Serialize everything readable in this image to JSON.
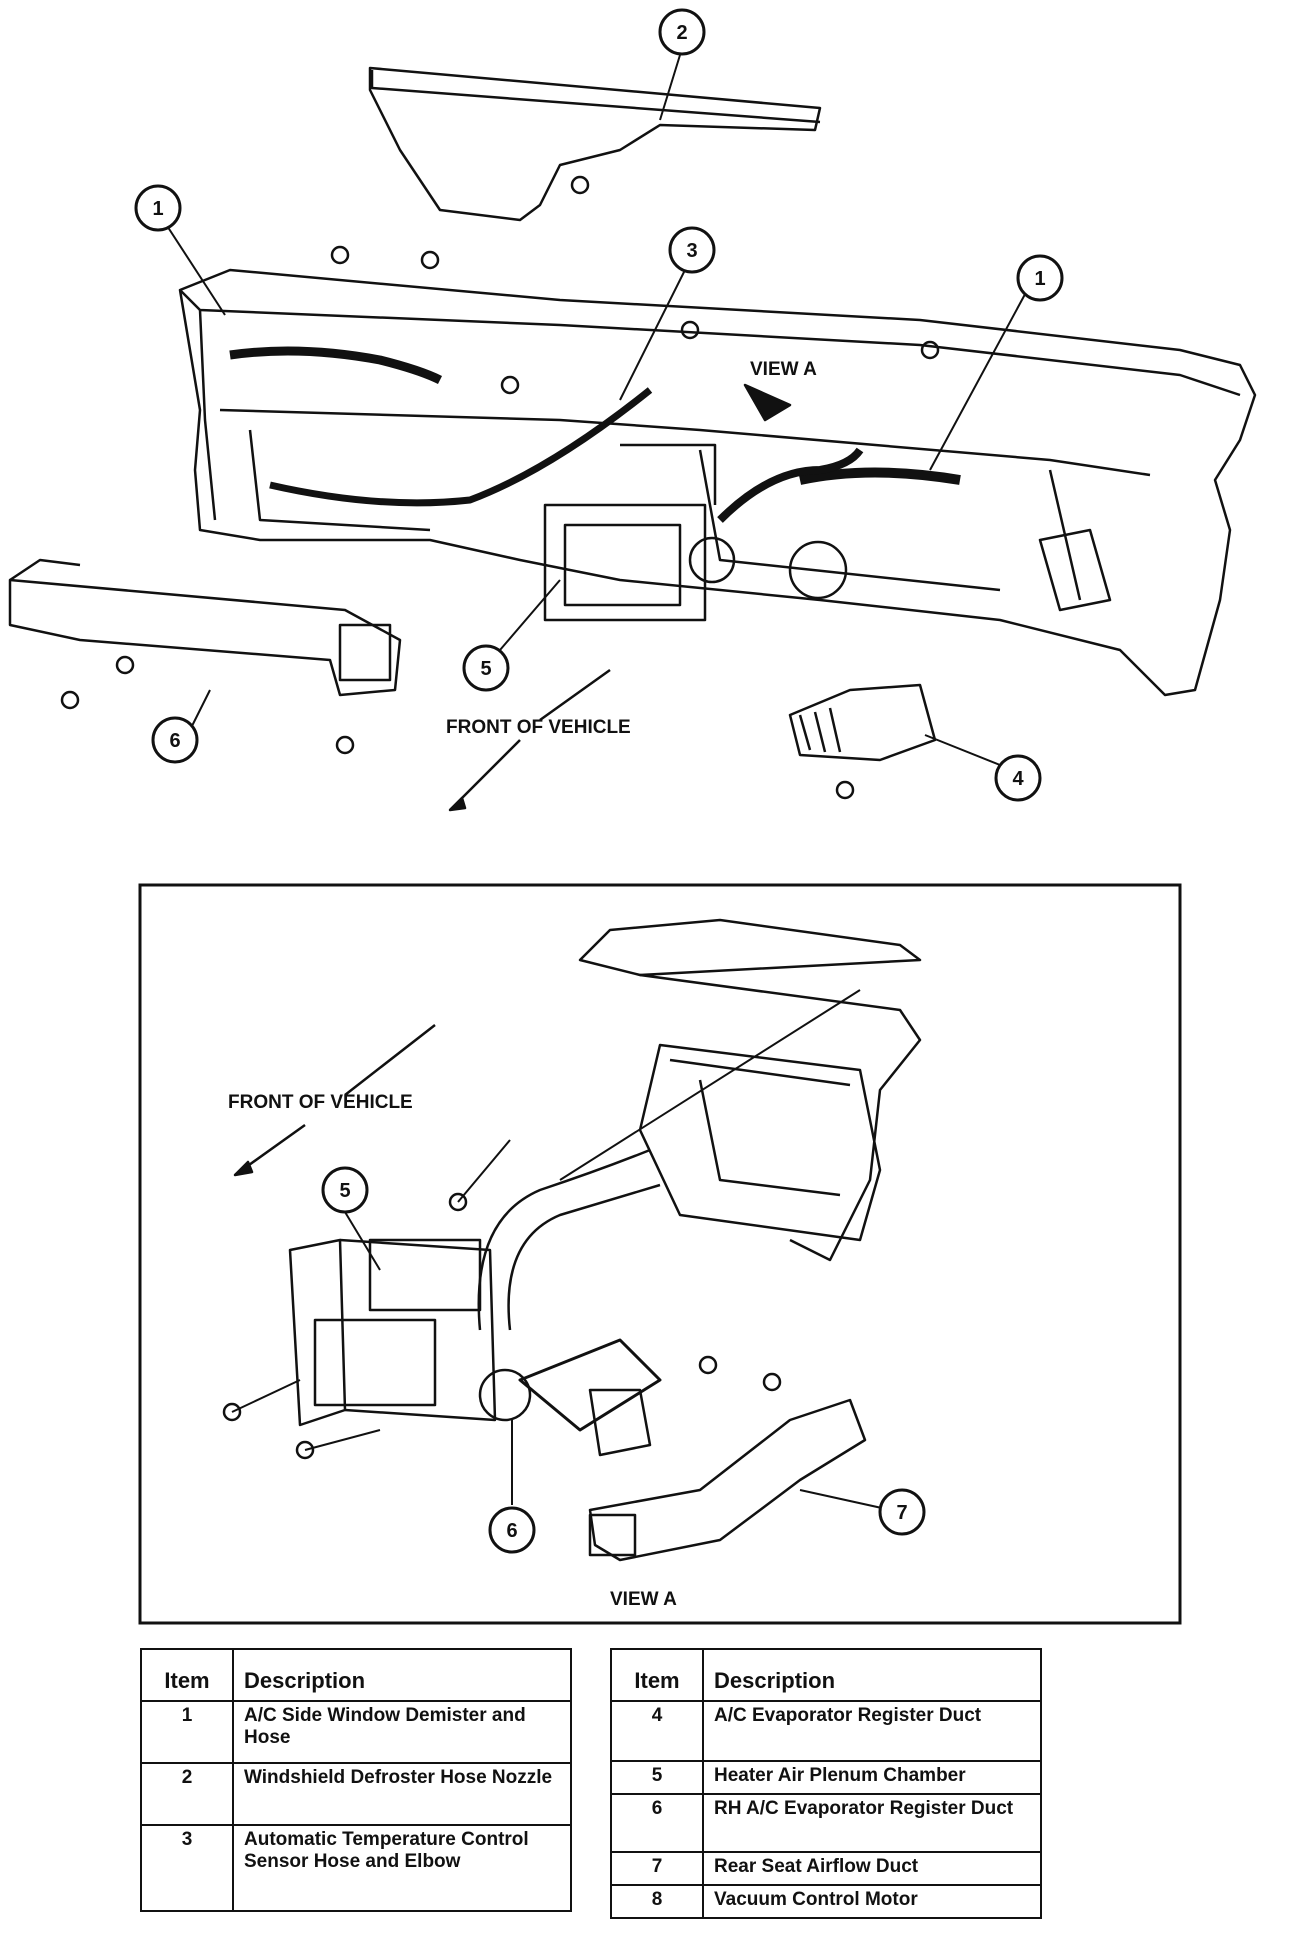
{
  "diagram": {
    "callouts_top": [
      "1",
      "2",
      "3",
      "1",
      "5",
      "6",
      "4"
    ],
    "front_label_top": "FRONT OF VEHICLE",
    "view_label_top": "VIEW A",
    "callouts_view": [
      "5",
      "6",
      "7"
    ],
    "front_label_view": "FRONT OF VEHICLE",
    "view_caption": "VIEW A"
  },
  "legend": {
    "header_item": "Item",
    "header_description": "Description",
    "left_rows": [
      {
        "item": "1",
        "description": "A/C Side Window Demister and Hose"
      },
      {
        "item": "2",
        "description": "Windshield Defroster Hose Nozzle"
      },
      {
        "item": "3",
        "description": "Automatic Temperature Control Sensor Hose and Elbow"
      }
    ],
    "right_rows": [
      {
        "item": "4",
        "description": "A/C Evaporator Register Duct"
      },
      {
        "item": "5",
        "description": "Heater Air Plenum Chamber"
      },
      {
        "item": "6",
        "description": "RH A/C Evaporator Register Duct"
      },
      {
        "item": "7",
        "description": "Rear Seat Airflow Duct"
      },
      {
        "item": "8",
        "description": "Vacuum Control Motor"
      }
    ]
  }
}
